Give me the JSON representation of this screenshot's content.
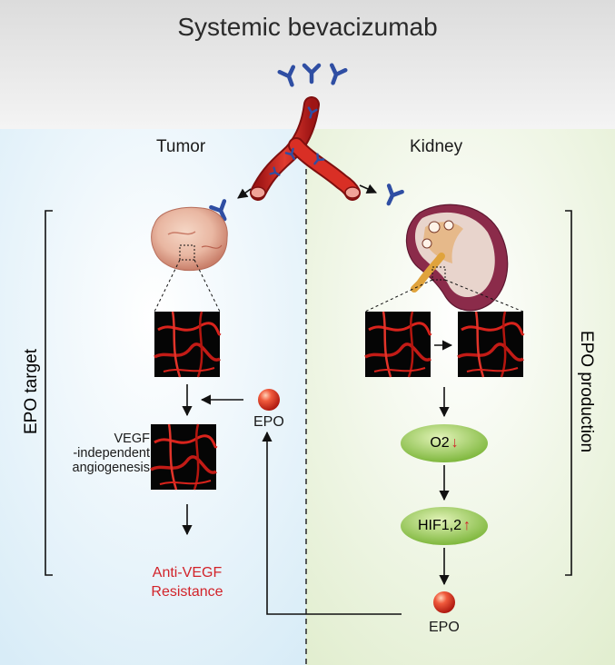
{
  "title": "Systemic bevacizumab",
  "left_panel": {
    "label": "Tumor",
    "side_label": "EPO target",
    "vegf_label": "VEGF\n-independent\nangiogenesis",
    "epo_label": "EPO",
    "outcome": "Anti-VEGF\nResistance"
  },
  "right_panel": {
    "label": "Kidney",
    "side_label": "EPO production",
    "o2_label": "O2",
    "hif_label": "HIF1,2",
    "epo_label": "EPO"
  },
  "colors": {
    "header_bg": "#e9e9e9",
    "tumor_bg": "#e4f1f8",
    "kidney_bg": "#ecf3df",
    "antibody": "#2f4ea3",
    "vessel": "#d62828",
    "green_ellipse": "#8cc43f",
    "red_text": "#d2232a",
    "epo_ball": "#d9261c"
  },
  "icons": [
    "antibody-icon",
    "blood-vessel-icon",
    "tumor-image",
    "kidney-icon",
    "vessel-micrograph",
    "epo-sphere-icon",
    "down-arrow-icon",
    "up-arrow-icon"
  ]
}
